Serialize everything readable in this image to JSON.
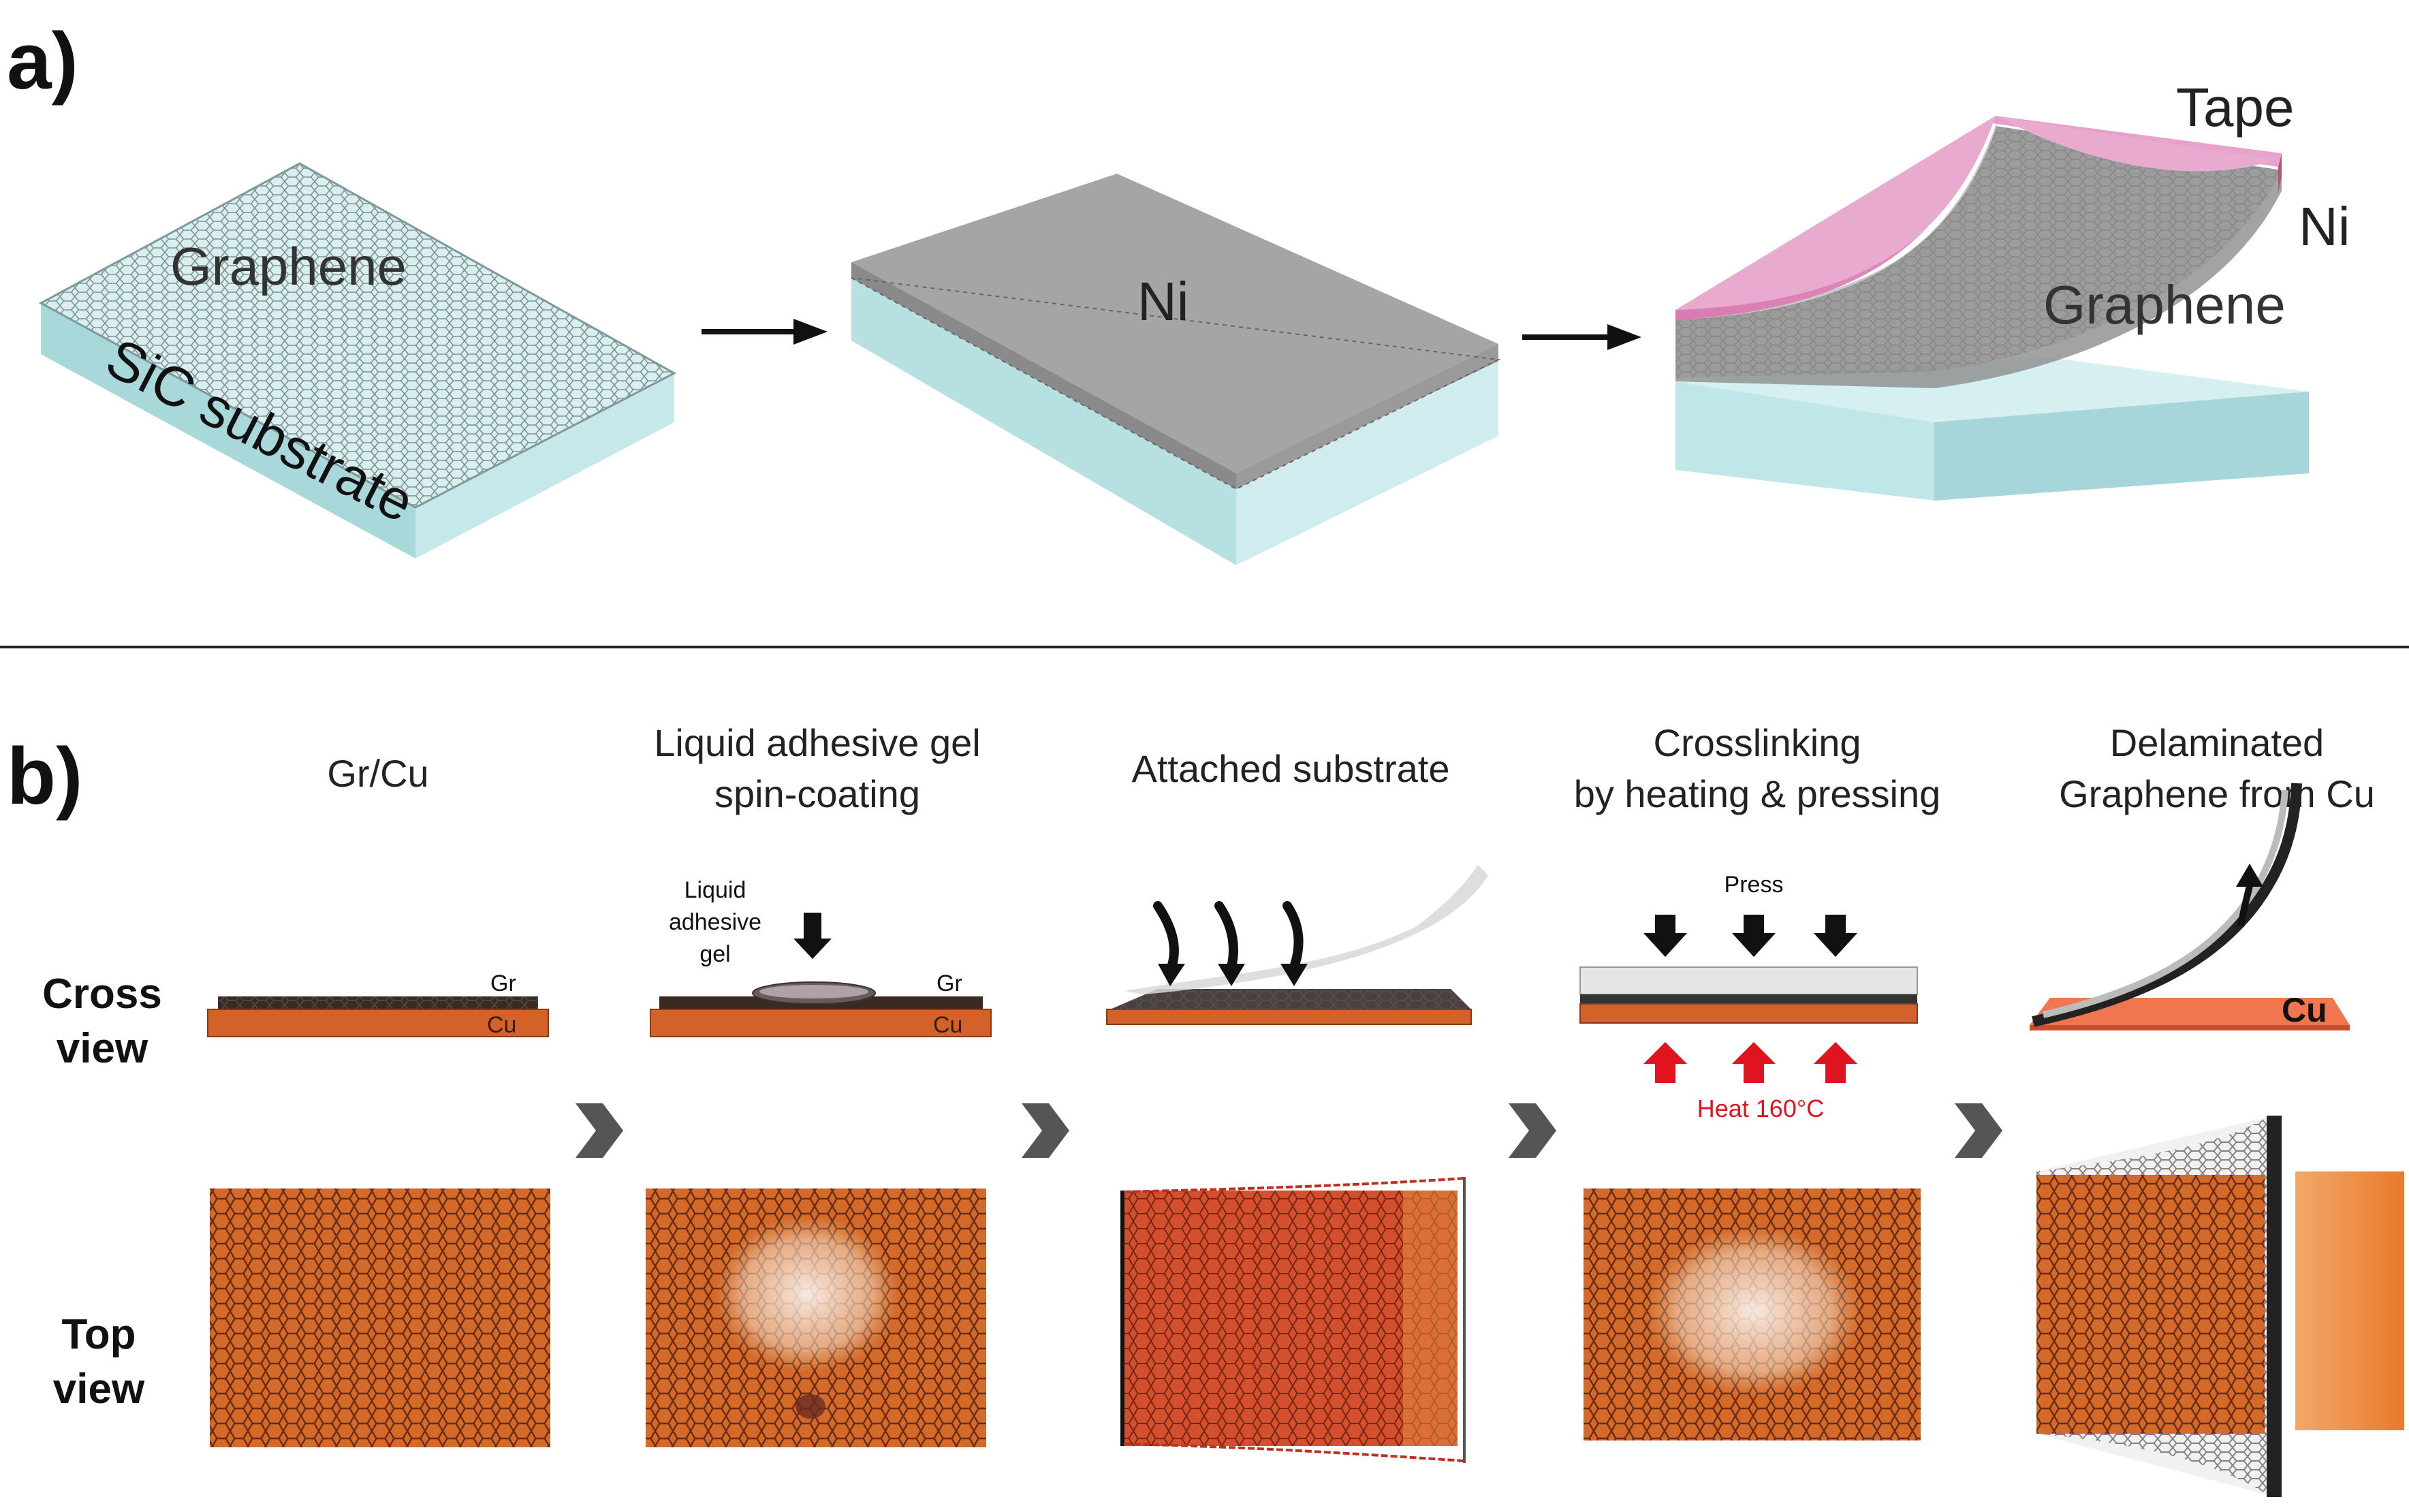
{
  "panel_a": {
    "label": "a)",
    "step1": {
      "layer_top": "Graphene",
      "layer_bottom": "SiC substrate"
    },
    "step2": {
      "layer_top": "Ni"
    },
    "step3": {
      "tape": "Tape",
      "ni": "Ni",
      "graphene": "Graphene"
    }
  },
  "panel_b": {
    "label": "b)",
    "row_labels": {
      "cross_1": "Cross",
      "cross_2": "view",
      "top_1": "Top",
      "top_2": "view"
    },
    "steps": [
      {
        "title_1": "",
        "title_2": "Gr/Cu"
      },
      {
        "title_1": "Liquid adhesive gel",
        "title_2": "spin-coating"
      },
      {
        "title_1": "",
        "title_2": "Attached substrate"
      },
      {
        "title_1": "Crosslinking",
        "title_2": "by heating & pressing"
      },
      {
        "title_1": "Delaminated",
        "title_2": "Graphene from Cu"
      }
    ],
    "annotations": {
      "gr_1": "Gr",
      "cu_1": "Cu",
      "gel_1": "Liquid",
      "gel_2": "adhesive",
      "gel_3": "gel",
      "gr_2": "Gr",
      "cu_2": "Cu",
      "press": "Press",
      "heat": "Heat 160°C",
      "cu_5": "Cu"
    }
  },
  "colors": {
    "sic": "#bfe3e6",
    "sic_side": "#9fd3d6",
    "ni": "#9a9a9a",
    "ni_top": "#a8a8a8",
    "tape": "#e6a0c8",
    "tape_side": "#b8557f",
    "cu": "#d9692c",
    "cu_light": "#f09050",
    "arrow": "#555555",
    "heat": "#e0141e"
  }
}
